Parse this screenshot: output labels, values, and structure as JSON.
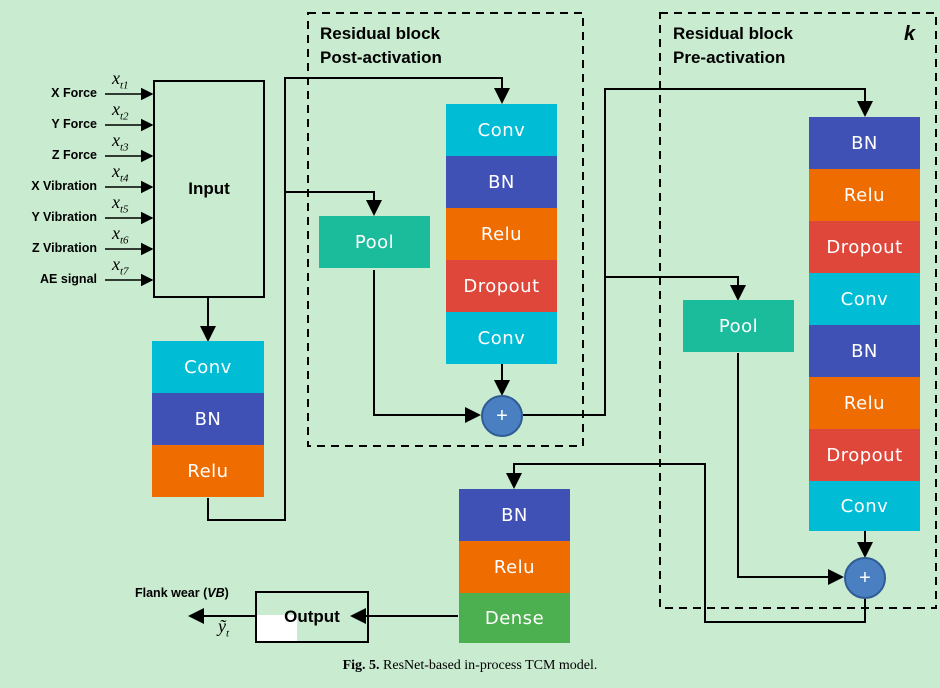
{
  "inputs": [
    {
      "label": "X Force",
      "sub": "t1"
    },
    {
      "label": "Y Force",
      "sub": "t2"
    },
    {
      "label": "Z Force",
      "sub": "t3"
    },
    {
      "label": "X Vibration",
      "sub": "t4"
    },
    {
      "label": "Y Vibration",
      "sub": "t5"
    },
    {
      "label": "Z Vibration",
      "sub": "t6"
    },
    {
      "label": "AE signal",
      "sub": "t7"
    }
  ],
  "x_symbol": "x",
  "input_box": "Input",
  "stem": [
    "Conv",
    "BN",
    "Relu"
  ],
  "block1": {
    "title_line1": "Residual block",
    "title_line2": "Post-activation",
    "pool": "Pool",
    "layers": [
      "Conv",
      "BN",
      "Relu",
      "Dropout",
      "Conv"
    ]
  },
  "block2": {
    "title_line1": "Residual block",
    "title_line2": "Pre-activation",
    "k": "k",
    "pool": "Pool",
    "layers": [
      "BN",
      "Relu",
      "Dropout",
      "Conv",
      "BN",
      "Relu",
      "Dropout",
      "Conv"
    ]
  },
  "add_symbol": "+",
  "head": [
    "BN",
    "Relu",
    "Dense"
  ],
  "output_box": "Output",
  "output_label_prefix": "Flank wear (",
  "output_label_italic": "VB",
  "output_label_suffix": ")",
  "y_symbol": "ỹ",
  "y_sub": "t",
  "caption_fig": "Fig. 5.",
  "caption_text": " ResNet-based in-process TCM model.",
  "colors": {
    "background": "#c9ebcf",
    "conv": "#00bcd4",
    "bn": "#3f51b5",
    "relu": "#ef6c00",
    "dropout": "#e0473b",
    "pool": "#1abc9c",
    "dense": "#4caf50",
    "add": "#4a7fc1"
  }
}
